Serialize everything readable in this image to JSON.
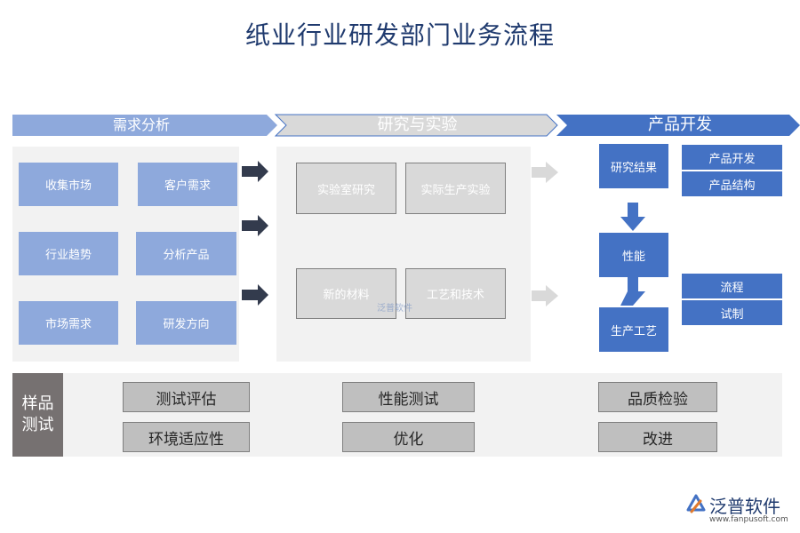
{
  "title": "纸业行业研发部门业务流程",
  "stages": {
    "demand": "需求分析",
    "research": "研究与实验",
    "product": "产品开发"
  },
  "demand_boxes": [
    "收集市场",
    "客户需求",
    "行业趋势",
    "分析产品",
    "市场需求",
    "研发方向"
  ],
  "research_boxes": [
    "实验室研究",
    "实际生产实验",
    "新的材料",
    "工艺和技术"
  ],
  "product": {
    "flow": [
      "研究结果",
      "性能",
      "生产工艺"
    ],
    "right_top": [
      "产品开发",
      "产品结构"
    ],
    "right_bottom": [
      "流程",
      "试制"
    ]
  },
  "sample_test": {
    "label_line1": "样品",
    "label_line2": "测试",
    "items": [
      "测试评估",
      "环境适应性",
      "性能测试",
      "优化",
      "品质检验",
      "改进"
    ]
  },
  "watermark": "泛普软件",
  "logo": {
    "name": "泛普软件",
    "url": "www.fanpusoft.com"
  },
  "colors": {
    "title": "#1f3a6e",
    "light_blue": "#8ea9dc",
    "dark_blue": "#4472c4",
    "gray_panel": "#f2f2f2",
    "sample_label": "#767171"
  }
}
